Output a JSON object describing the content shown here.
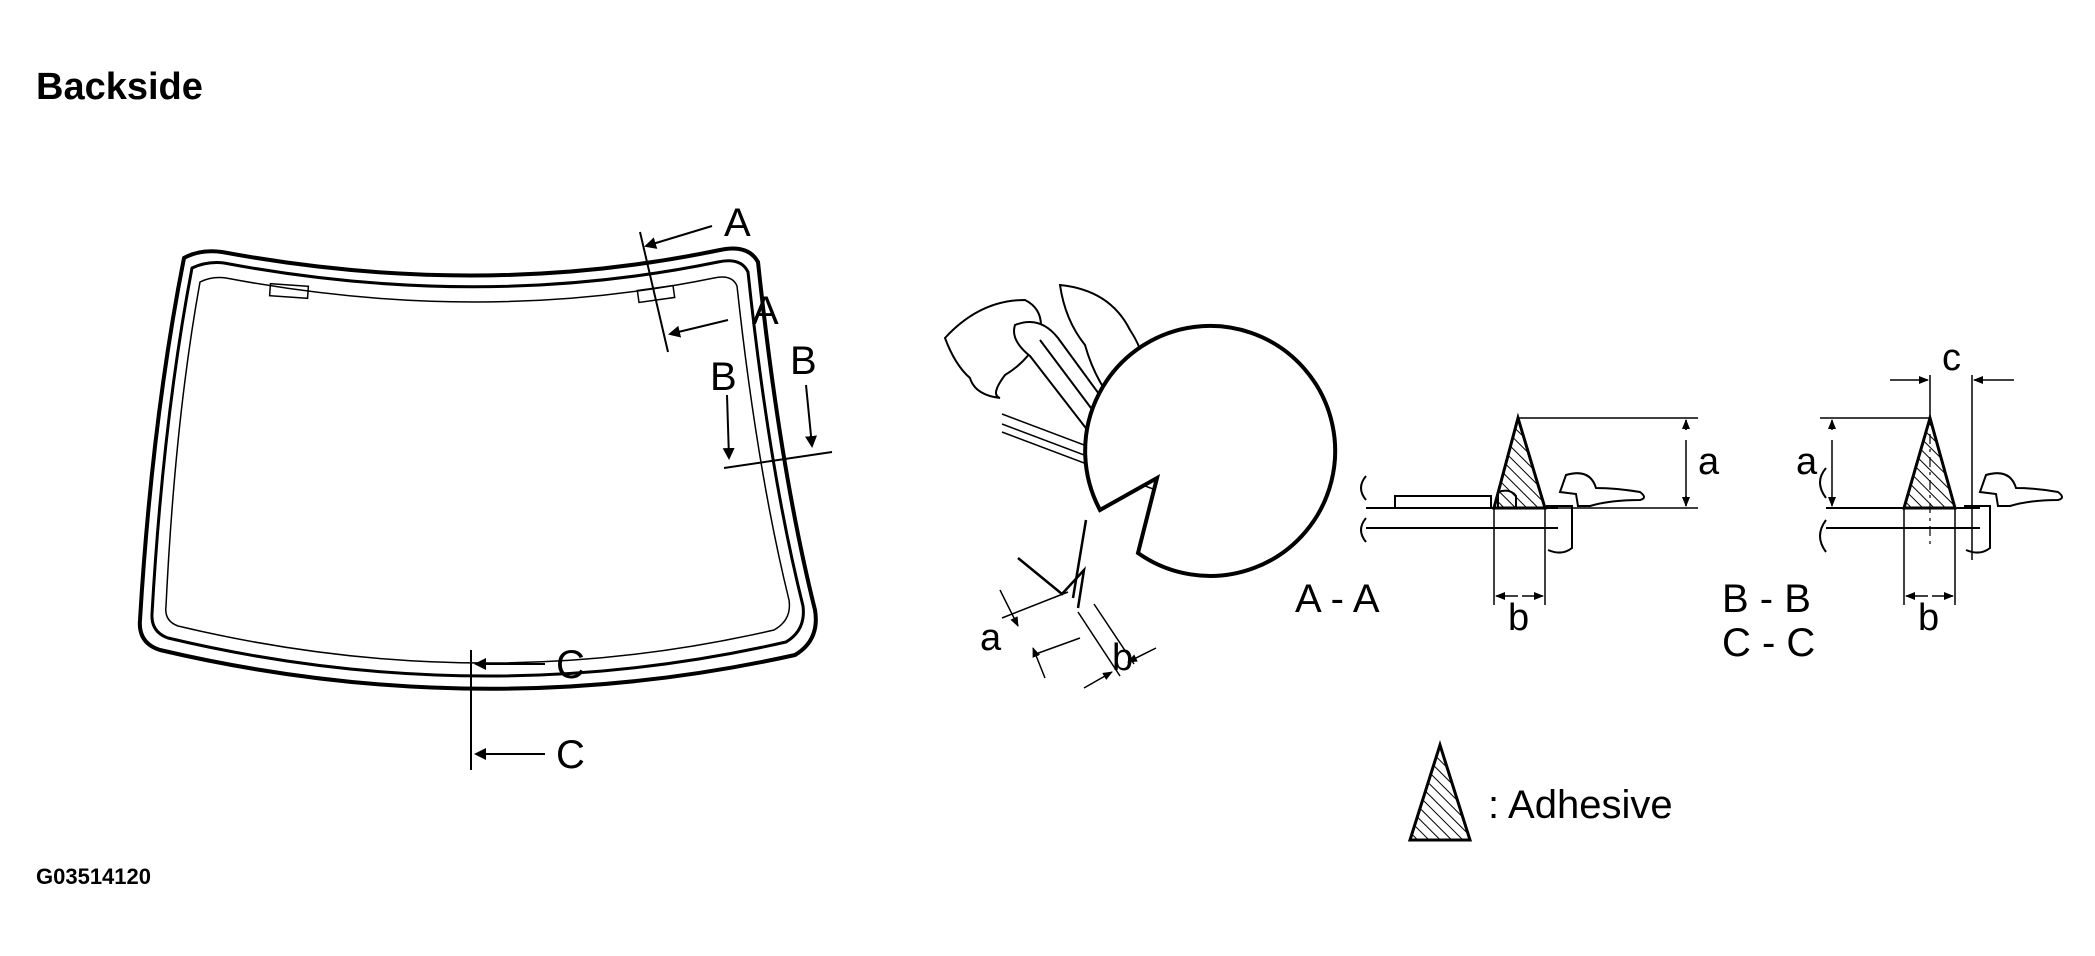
{
  "header": {
    "title": "Backside"
  },
  "footer": {
    "figure_id": "G03514120"
  },
  "windshield": {
    "section_labels": [
      "A",
      "A",
      "B",
      "B",
      "C",
      "C"
    ]
  },
  "gun_detail": {
    "dim_a": "a",
    "dim_b": "b"
  },
  "section_aa": {
    "label": "A - A",
    "dim_a": "a",
    "dim_b": "b"
  },
  "section_bb": {
    "label_b": "B - B",
    "label_c": "C - C",
    "dim_a": "a",
    "dim_b": "b",
    "dim_c": "c"
  },
  "legend": {
    "text": ":  Adhesive"
  },
  "colors": {
    "line": "#000000",
    "background": "#ffffff"
  },
  "icons": [
    "hand-icon",
    "adhesive-gun-icon",
    "adhesive-bead-icon"
  ]
}
